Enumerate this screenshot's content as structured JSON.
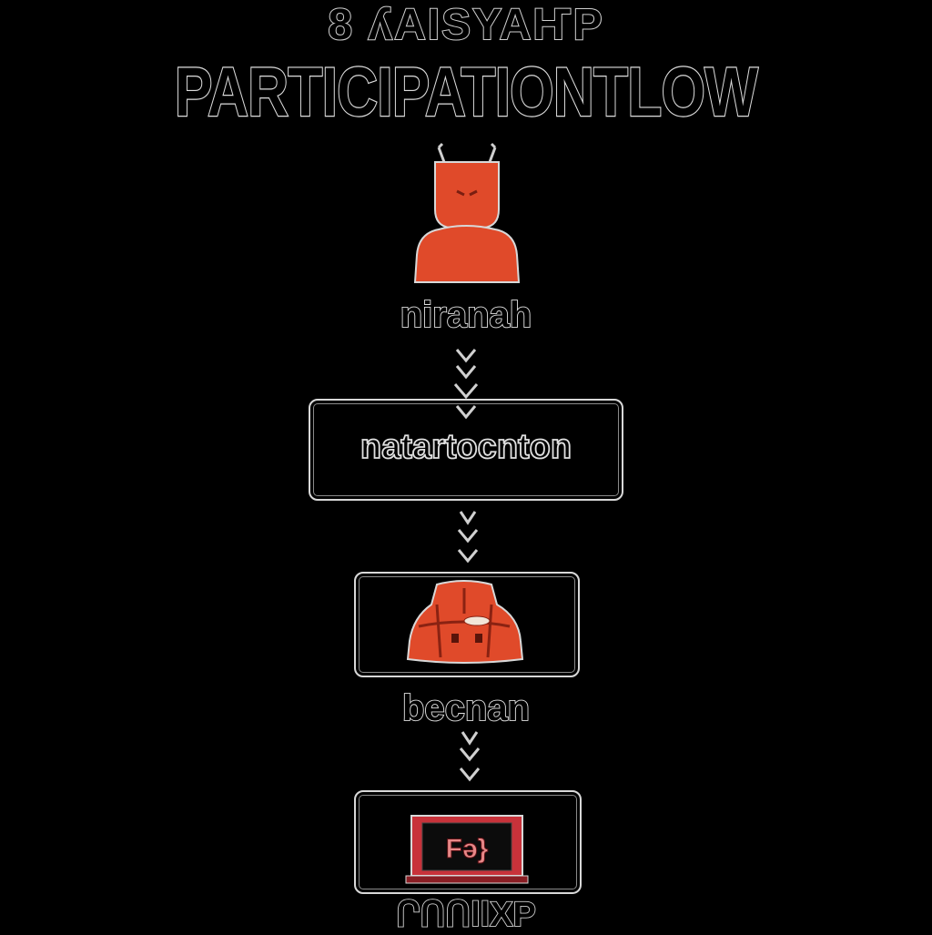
{
  "diagram": {
    "subtitle": "8 ʎAISYAҤP",
    "title": "PARTICIPATIONTLOW",
    "nodes": [
      {
        "label": "niranah",
        "icon": "person-icon"
      },
      {
        "label": "natartocnton"
      },
      {
        "label": "becnan",
        "icon": "robe-icon"
      },
      {
        "label": "ՐՈՈllXP",
        "icon_text": "Fə}",
        "icon": "screen-icon"
      }
    ],
    "colors": {
      "background": "#000000",
      "accent": "#e04a2a",
      "outline": "#d8d8d8",
      "screen_accent": "#c8323a"
    }
  }
}
